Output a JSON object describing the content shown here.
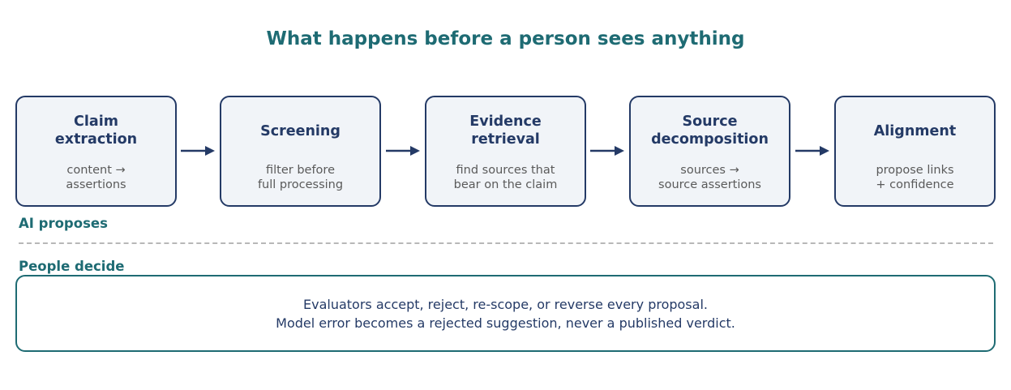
{
  "title": "What happens before a person sees anything",
  "steps": [
    {
      "title": "Claim\nextraction",
      "desc": "content →\nassertions"
    },
    {
      "title": "Screening",
      "desc": "filter before\nfull processing"
    },
    {
      "title": "Evidence\nretrieval",
      "desc": "find sources that\nbear on the claim"
    },
    {
      "title": "Source\ndecomposition",
      "desc": "sources →\nsource assertions"
    },
    {
      "title": "Alignment",
      "desc": "propose links\n+ confidence"
    }
  ],
  "lanes": {
    "ai": "AI proposes",
    "people": "People decide"
  },
  "decision": {
    "line1": "Evaluators accept, reject, re-scope, or reverse every proposal.",
    "line2": "Model error becomes a rejected suggestion, never a published verdict."
  },
  "colors": {
    "accent": "#1e6b73",
    "navy": "#243a66",
    "box_fill": "#f1f4f8",
    "muted_text": "#5a5a5a",
    "divider": "#b8b8b8"
  }
}
